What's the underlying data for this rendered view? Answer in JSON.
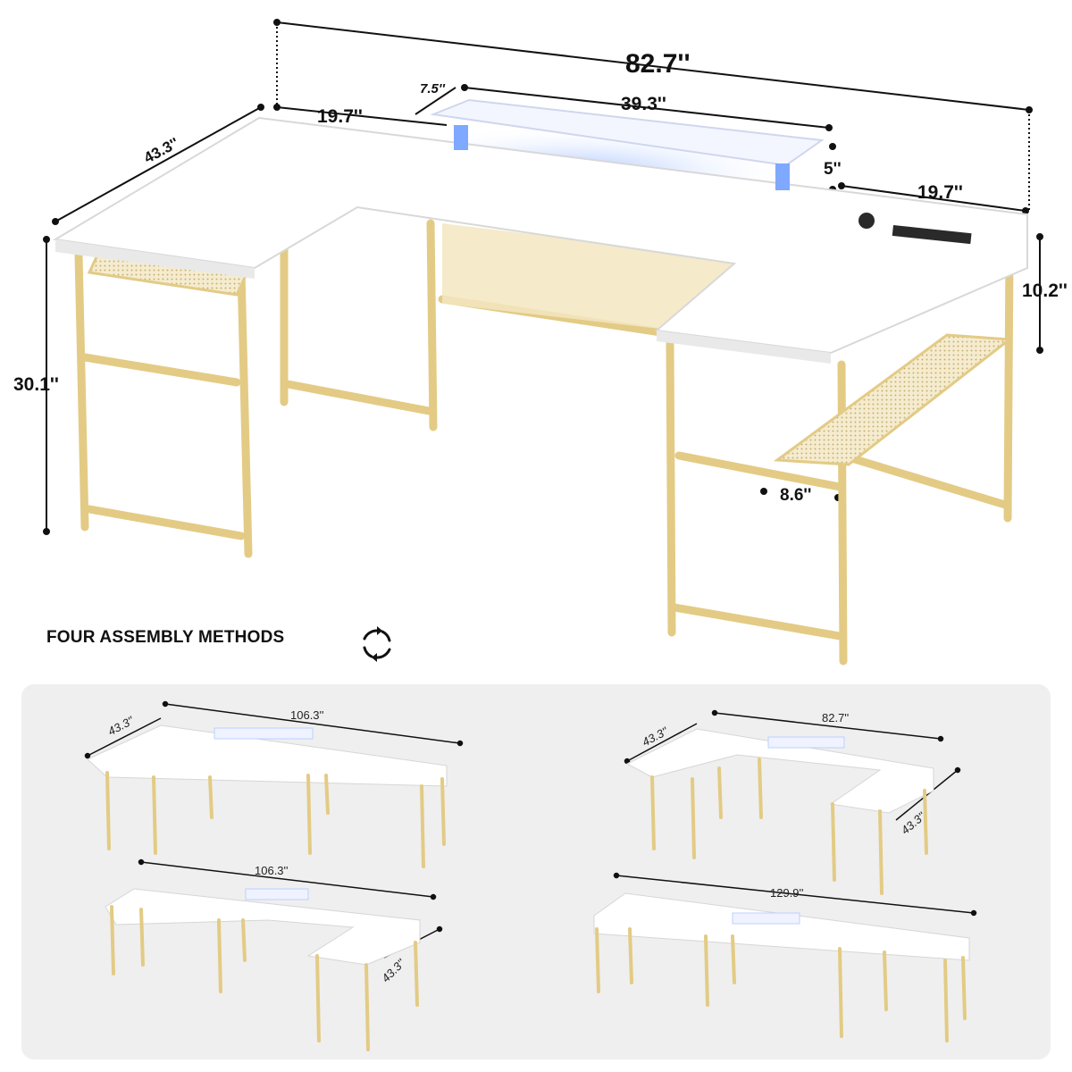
{
  "main_desk": {
    "width_total": "82.7''",
    "depth_left": "43.3''",
    "left_return_width": "19.7''",
    "monitor_riser_depth": "7.5''",
    "monitor_riser_width": "39.3''",
    "riser_height": "5''",
    "right_return_width": "19.7''",
    "total_height": "30.1''",
    "riser_to_top": "10.2''",
    "shelf_depth": "8.6''"
  },
  "assembly": {
    "heading": "FOUR ASSEMBLY METHODS",
    "icon": "rotate-arrows-icon",
    "configs": [
      {
        "width": "106.3''",
        "depth": "43.3''"
      },
      {
        "width": "82.7''",
        "depth_left": "43.3''",
        "depth_right": "43.3''"
      },
      {
        "width": "106.3''",
        "depth": "43.3''"
      },
      {
        "width": "129.9''"
      }
    ]
  },
  "colors": {
    "frame": "#e3cb85",
    "top": "#ffffff",
    "led": "#7fa8ff",
    "panel": "#efefef"
  }
}
